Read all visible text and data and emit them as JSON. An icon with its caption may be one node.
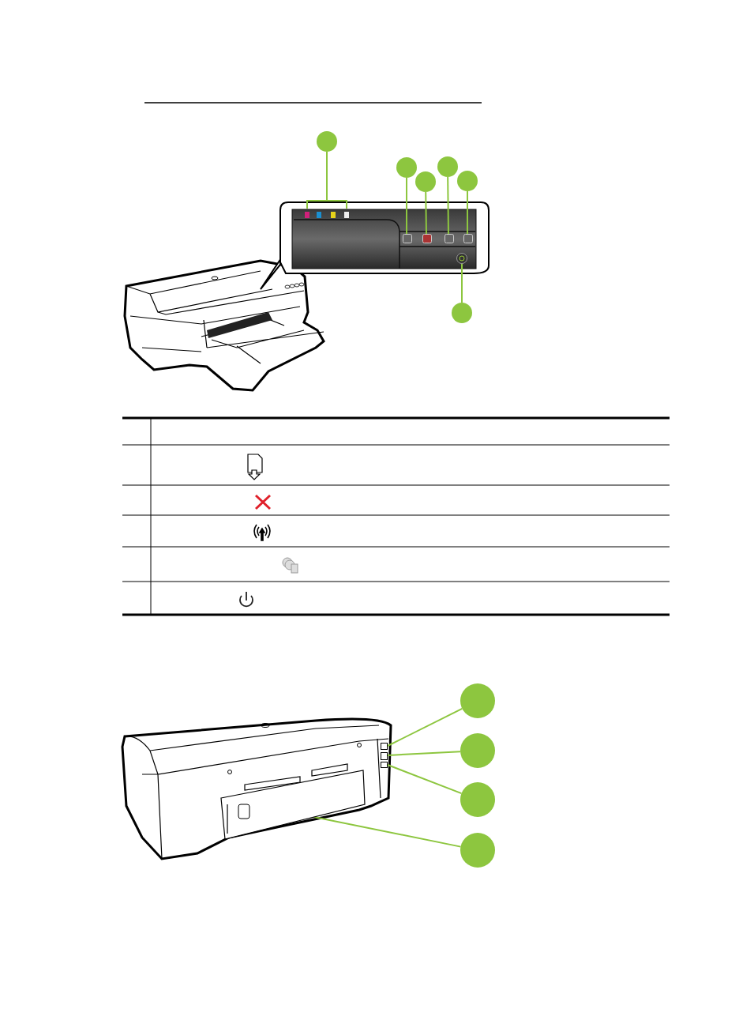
{
  "diagram": {
    "nodes": [
      {
        "text": [],
        "shape": "circle"
      },
      {
        "text": [],
        "shape": "circle"
      },
      {
        "text": [],
        "shape": "circle"
      },
      {
        "text": [],
        "shape": "circle"
      },
      {
        "text": [],
        "shape": "circle"
      },
      {
        "text": [],
        "shape": "circle"
      },
      {
        "text": [],
        "shape": "circle"
      },
      {
        "text": [],
        "shape": "circle"
      },
      {
        "text": [],
        "shape": "circle"
      },
      {
        "text": [],
        "shape": "circle"
      },
      {
        "text": [],
        "shape": "bar"
      },
      {
        "text": [],
        "shape": "box"
      },
      {
        "text": [],
        "shape": "box"
      },
      {
        "text": [],
        "shape": "box"
      },
      {
        "text": [],
        "shape": "box"
      },
      {
        "text": [],
        "shape": "circle"
      },
      {
        "text": [],
        "shape": "box"
      },
      {
        "text": [],
        "shape": "box"
      },
      {
        "text": [],
        "shape": "box"
      },
      {
        "text": [],
        "shape": "box"
      }
    ],
    "edges": [
      {
        "from": 0,
        "to": 10,
        "arrow": "none"
      },
      {
        "from": 1,
        "to": 11,
        "arrow": "none"
      },
      {
        "from": 2,
        "to": 12,
        "arrow": "none"
      },
      {
        "from": 3,
        "to": 13,
        "arrow": "none"
      },
      {
        "from": 4,
        "to": 14,
        "arrow": "none"
      },
      {
        "from": 5,
        "to": 15,
        "arrow": "none"
      },
      {
        "from": 6,
        "to": 16,
        "arrow": "none"
      },
      {
        "from": 7,
        "to": 17,
        "arrow": "none"
      },
      {
        "from": 8,
        "to": 18,
        "arrow": "none"
      },
      {
        "from": 9,
        "to": 19,
        "arrow": "none"
      }
    ]
  }
}
